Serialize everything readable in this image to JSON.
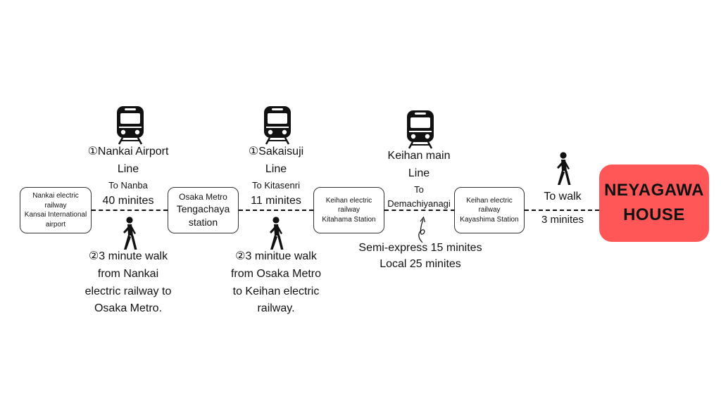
{
  "stations": {
    "kansai": {
      "line1": "Nankai electric",
      "line2": "railway",
      "line3": "Kansai International",
      "line4": "airport"
    },
    "tengachaya": {
      "line1": "Osaka Metro",
      "line2": "Tengachaya",
      "line3": "station"
    },
    "kitahama": {
      "line1": "Keihan electric",
      "line2": "railway",
      "line3": "Kitahama Station"
    },
    "kayashima": {
      "line1": "Keihan electric",
      "line2": "railway",
      "line3": "Kayashima Station"
    }
  },
  "destination": {
    "line1": "NEYAGAWA",
    "line2": "HOUSE",
    "color": "#ff5757"
  },
  "segments": {
    "nankai": {
      "line_name_1": "①Nankai Airport",
      "line_name_2": "Line",
      "direction": "To Nanba",
      "duration": "40 minites"
    },
    "sakaisuji": {
      "line_name_1": "①Sakaisuji",
      "line_name_2": "Line",
      "direction": "To Kitasenri",
      "duration": "11 minites"
    },
    "keihan": {
      "line_name_1": "Keihan main",
      "line_name_2": "Line",
      "direction_1": "To",
      "direction_2": "Demachiyanagi",
      "semi_express": "Semi-express 15 minites",
      "local": "Local 25 minites"
    },
    "final_walk": {
      "label": "To walk",
      "duration": "3 minites"
    }
  },
  "transfers": {
    "walk1": {
      "line1": "②3 minute walk",
      "line2": "from Nankai",
      "line3": "electric railway to",
      "line4": "Osaka Metro."
    },
    "walk2": {
      "line1": "②3 minitue walk",
      "line2": "from Osaka Metro",
      "line3": "to Keihan electric",
      "line4": "railway."
    }
  },
  "icons": {
    "train": "train-icon",
    "walk": "walking-person-icon",
    "arrow": "curly-arrow-icon"
  }
}
